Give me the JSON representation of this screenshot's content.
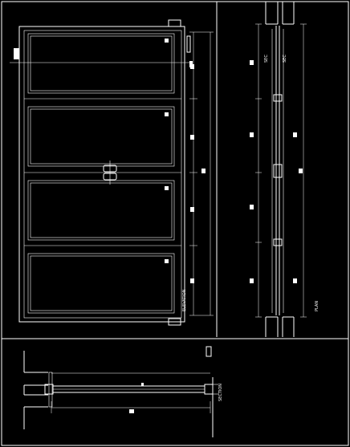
{
  "labels": {
    "front_height_dim": "ELEVATION",
    "side_label_top_left": "SEC",
    "side_label_top_right": "SEC",
    "side_bottom_label": "PLAN",
    "plan_side_label": "SECTION"
  }
}
